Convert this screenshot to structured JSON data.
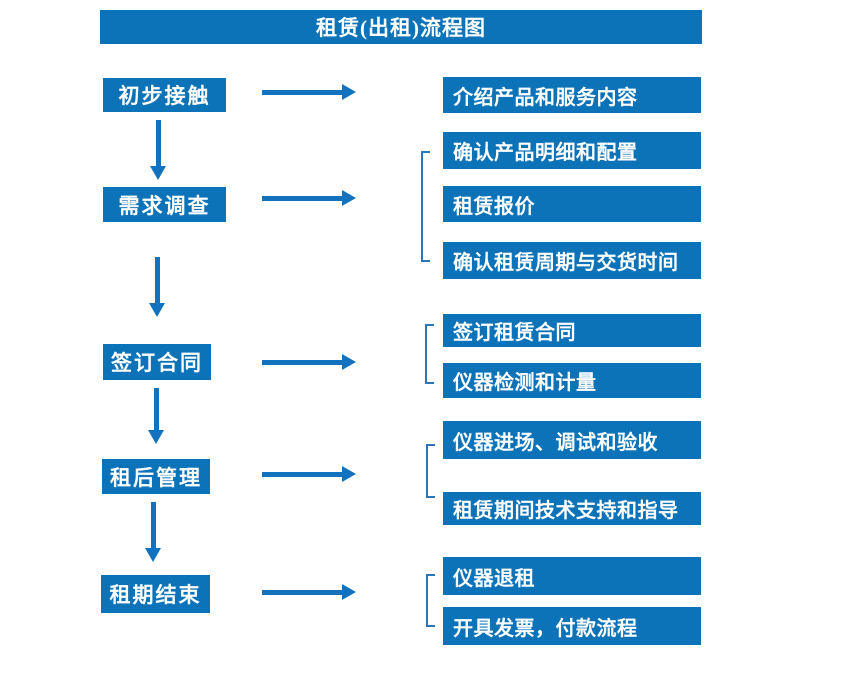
{
  "title": "租赁(出租)流程图",
  "flow": {
    "steps": [
      {
        "label": "初步接触",
        "details": [
          "介绍产品和服务内容"
        ]
      },
      {
        "label": "需求调查",
        "details": [
          "确认产品明细和配置",
          "租赁报价",
          "确认租赁周期与交货时间"
        ]
      },
      {
        "label": "签订合同",
        "details": [
          "签订租赁合同",
          "仪器检测和计量"
        ]
      },
      {
        "label": "租后管理",
        "details": [
          "仪器进场、调试和验收",
          "租赁期间技术支持和指导"
        ]
      },
      {
        "label": "租期结束",
        "details": [
          "仪器退租",
          "开具发票，付款流程"
        ]
      }
    ]
  },
  "colors": {
    "box_blue": "#0d73b9",
    "arrow_blue": "#1272bd",
    "bracket_blue": "#2e75b6",
    "box_text": "#ffffff",
    "background": "#ffffff"
  }
}
